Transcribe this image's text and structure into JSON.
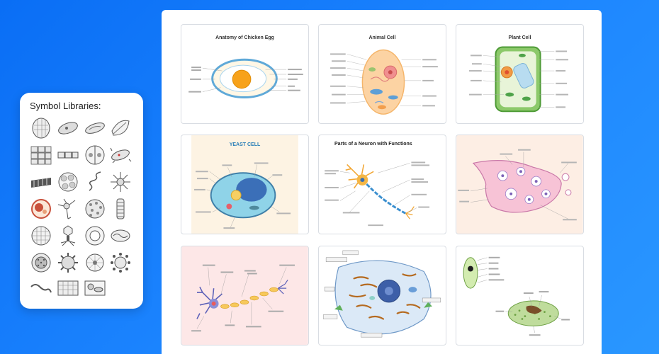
{
  "symbol_panel": {
    "title": "Symbol Libraries:",
    "symbols": [
      "cell-mesh-icon",
      "paramecium-icon",
      "bacterium-icon",
      "leaf-cell-icon",
      "cell-cluster-icon",
      "cell-chain-icon",
      "dividing-cell-icon",
      "bacillus-icon",
      "tissue-strip-icon",
      "round-cell-icon",
      "spirochete-icon",
      "spiky-virus-icon",
      "red-cell-icon",
      "neuron-icon",
      "coccus-cluster-icon",
      "cylinder-icon",
      "net-cell-icon",
      "bacteriophage-icon",
      "ring-cell-icon",
      "organelle-icon",
      "round-virus-icon",
      "spiked-ball-icon",
      "radial-cell-icon",
      "sun-virus-icon",
      "worm-icon",
      "tissue-grid-icon",
      "mixed-cells-icon"
    ]
  },
  "gallery": {
    "cards": [
      {
        "title": "Anatomy of Chicken Egg"
      },
      {
        "title": "Animal Cell"
      },
      {
        "title": "Plant Cell"
      },
      {
        "title": "YEAST CELL"
      },
      {
        "title": "Parts of a Neuron with Functions"
      },
      {
        "title": ""
      },
      {
        "title": ""
      },
      {
        "title": ""
      },
      {
        "title": ""
      }
    ]
  }
}
